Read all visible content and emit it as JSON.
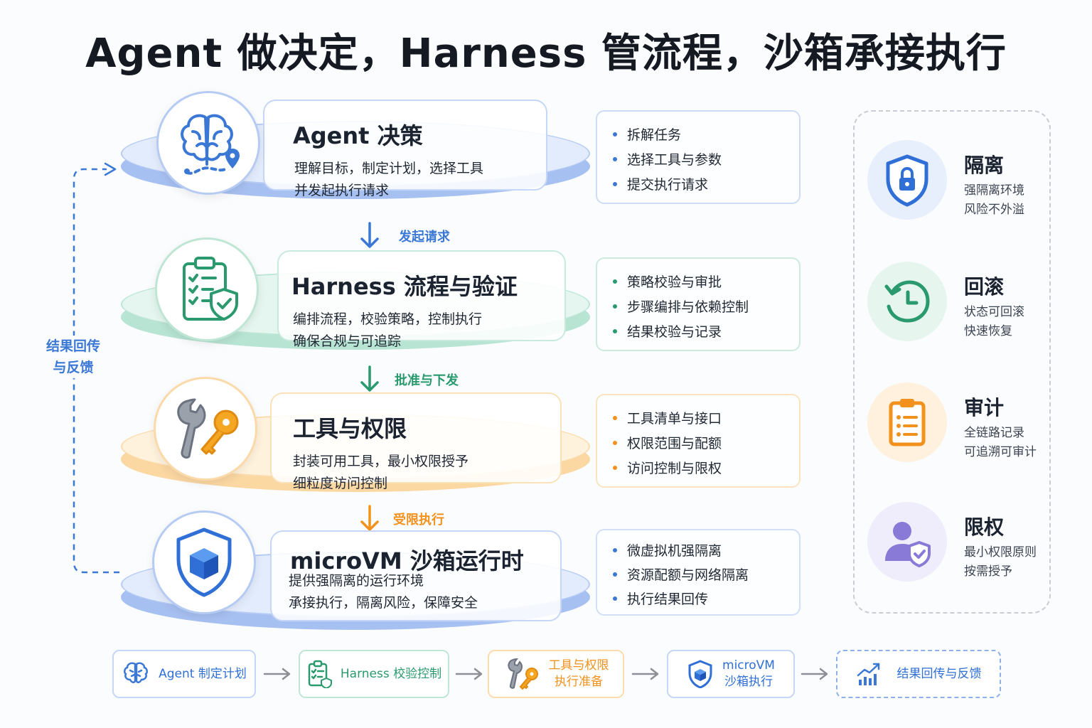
{
  "title": "Agent 做决定，Harness 管流程，沙箱承接执行",
  "colors": {
    "blue": "#3b78d6",
    "green": "#2a9a6e",
    "orange": "#f2911c",
    "purple": "#8a7ad8",
    "gray": "#8c8f95"
  },
  "layers": [
    {
      "title": "Agent 决策",
      "desc_line1": "理解目标，制定计划，选择工具",
      "desc_line2": "并发起执行请求",
      "icon": "brain-route-icon",
      "bullets": [
        "拆解任务",
        "选择工具与参数",
        "提交执行请求"
      ]
    },
    {
      "title": "Harness 流程与验证",
      "desc_line1": "编排流程，校验策略，控制执行",
      "desc_line2": "确保合规与可追踪",
      "icon": "clipboard-shield-icon",
      "bullets": [
        "策略校验与审批",
        "步骤编排与依赖控制",
        "结果校验与记录"
      ]
    },
    {
      "title": "工具与权限",
      "desc_line1": "封装可用工具，最小权限授予",
      "desc_line2": "细粒度访问控制",
      "icon": "wrench-key-icon",
      "bullets": [
        "工具清单与接口",
        "权限范围与配额",
        "访问控制与限权"
      ]
    },
    {
      "title": "microVM 沙箱运行时",
      "desc_line1": "提供强隔离的运行环境",
      "desc_line2": "承接执行，隔离风险，保障安全",
      "icon": "shield-cube-icon",
      "bullets": [
        "微虚拟机强隔离",
        "资源配额与网络隔离",
        "执行结果回传"
      ]
    }
  ],
  "connectors": [
    "发起请求",
    "批准与下发",
    "受限执行"
  ],
  "feedback_label_line1": "结果回传",
  "feedback_label_line2": "与反馈",
  "features": [
    {
      "title": "隔离",
      "line1": "强隔离环境",
      "line2": "风险不外溢",
      "icon": "shield-lock-icon"
    },
    {
      "title": "回滚",
      "line1": "状态可回滚",
      "line2": "快速恢复",
      "icon": "history-clock-icon"
    },
    {
      "title": "审计",
      "line1": "全链路记录",
      "line2": "可追溯可审计",
      "icon": "audit-clipboard-icon"
    },
    {
      "title": "限权",
      "line1": "最小权限原则",
      "line2": "按需授予",
      "icon": "user-shield-icon"
    }
  ],
  "flow": [
    {
      "line1": "Agent 制定计划",
      "line2": "",
      "icon": "brain-icon"
    },
    {
      "line1": "Harness 校验控制",
      "line2": "",
      "icon": "clipboard-check-icon"
    },
    {
      "line1": "工具与权限",
      "line2": "执行准备",
      "icon": "wrench-key-icon"
    },
    {
      "line1": "microVM",
      "line2": "沙箱执行",
      "icon": "shield-cube-icon"
    },
    {
      "line1": "结果回传与反馈",
      "line2": "",
      "icon": "trend-chart-icon"
    }
  ]
}
